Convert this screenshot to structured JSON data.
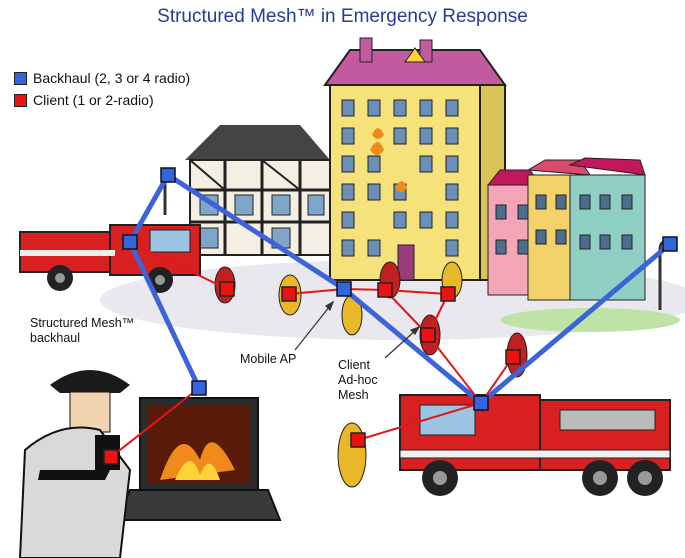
{
  "title": "Structured Mesh™ in Emergency Response",
  "legend": [
    {
      "label": "Backhaul (2, 3 or 4 radio)",
      "color": "#3366dd"
    },
    {
      "label": "Client (1 or 2-radio)",
      "color": "#ee1111"
    }
  ],
  "labels": {
    "backhaul": "Structured Mesh™\nbackhaul",
    "mobile_ap": "Mobile AP",
    "client_mesh": "Client\nAd-hoc\nMesh"
  },
  "colors": {
    "backhaul_link": "#3c63d8",
    "client_link": "#e01818",
    "title": "#2a3a9a"
  }
}
